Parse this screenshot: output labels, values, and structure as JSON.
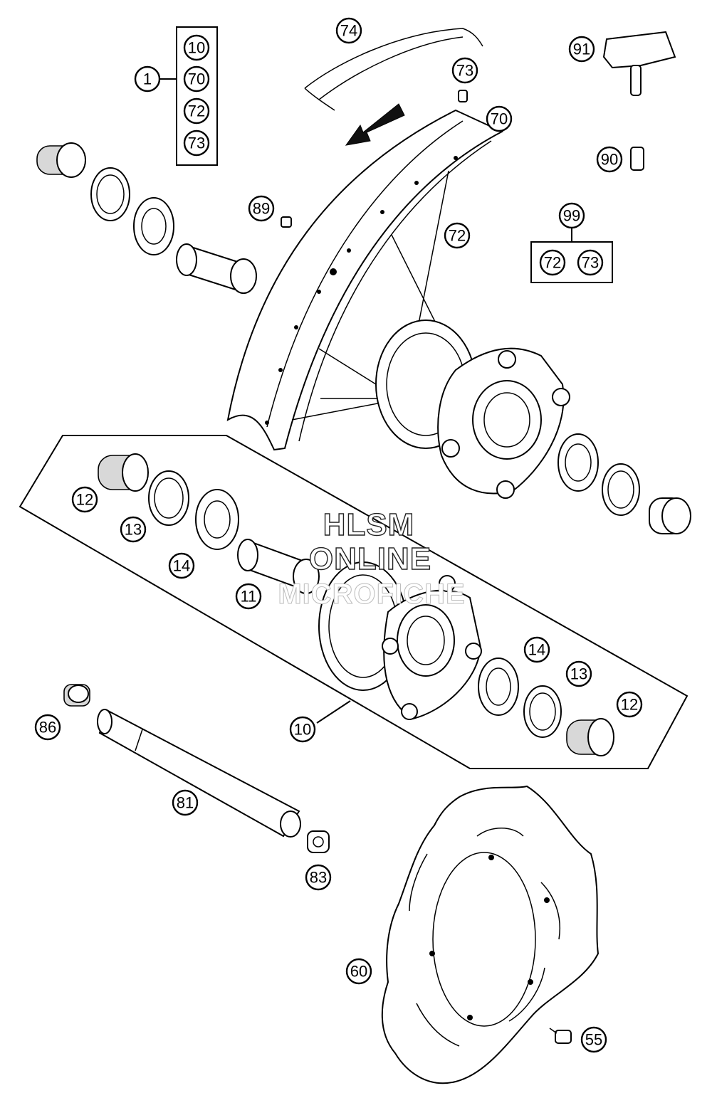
{
  "watermark": {
    "line1": "HLSM",
    "line2": "ONLINE",
    "line3": "MICROFICHE"
  },
  "callouts": {
    "c1": "1",
    "kit1_10": "10",
    "kit1_70": "70",
    "kit1_72": "72",
    "kit1_73": "73",
    "c74": "74",
    "c73": "73",
    "c70": "70",
    "c72": "72",
    "c89": "89",
    "c91": "91",
    "c90": "90",
    "c99": "99",
    "kit99_72": "72",
    "kit99_73": "73",
    "c12a": "12",
    "c13a": "13",
    "c14a": "14",
    "c11": "11",
    "c14b": "14",
    "c13b": "13",
    "c12b": "12",
    "c10": "10",
    "c86": "86",
    "c81": "81",
    "c83": "83",
    "c60": "60",
    "c55": "55"
  }
}
